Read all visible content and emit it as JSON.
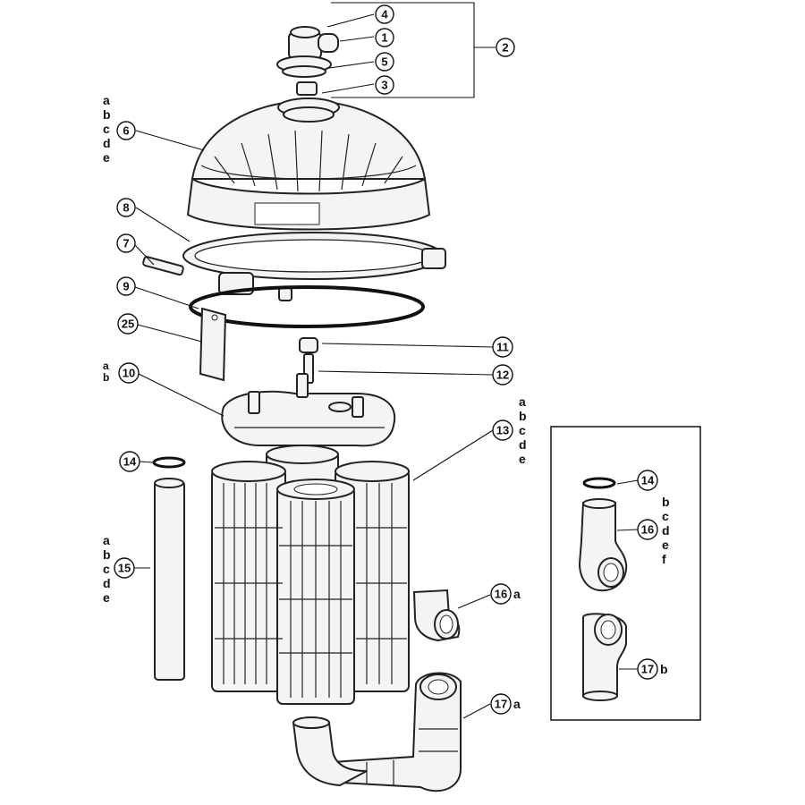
{
  "callouts": {
    "c1": "1",
    "c2": "2",
    "c3": "3",
    "c4": "4",
    "c5": "5",
    "c6": "6",
    "c7": "7",
    "c8": "8",
    "c9": "9",
    "c10": "10",
    "c11": "11",
    "c12": "12",
    "c13": "13",
    "c14": "14",
    "c15": "15",
    "c16a": "16",
    "c17a": "17",
    "c25": "25",
    "c14i": "14",
    "c16i": "16",
    "c17i": "17"
  },
  "suffixes": {
    "s6": [
      "a",
      "b",
      "c",
      "d",
      "e"
    ],
    "s10": [
      "a",
      "b"
    ],
    "s13": [
      "a",
      "b",
      "c",
      "d",
      "e"
    ],
    "s15": [
      "a",
      "b",
      "c",
      "d",
      "e"
    ],
    "s16a": "a",
    "s17a": "a",
    "s16i": [
      "b",
      "c",
      "d",
      "e",
      "f"
    ],
    "s17i": "b"
  }
}
